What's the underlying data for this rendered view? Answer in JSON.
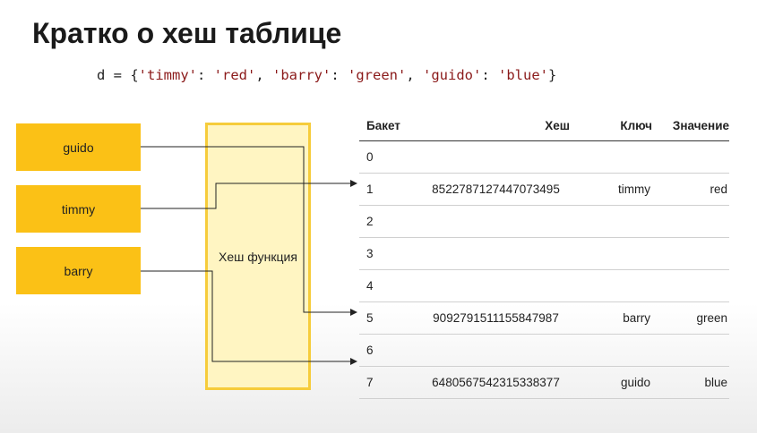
{
  "slide": {
    "title": "Кратко о хеш таблице",
    "code": {
      "prefix": "d = {",
      "items": [
        {
          "key": "'timmy'",
          "value": "'red'"
        },
        {
          "key": "'barry'",
          "value": "'green'"
        },
        {
          "key": "'guido'",
          "value": "'blue'"
        }
      ],
      "suffix": "}"
    }
  },
  "keys": [
    "guido",
    "timmy",
    "barry"
  ],
  "hash_function": {
    "label": "Хеш функция"
  },
  "table": {
    "headers": {
      "bucket": "Бакет",
      "hash": "Хеш",
      "key": "Ключ",
      "value": "Значение"
    },
    "rows": [
      {
        "bucket": "0",
        "hash": "",
        "key": "",
        "value": ""
      },
      {
        "bucket": "1",
        "hash": "8522787127447073495",
        "key": "timmy",
        "value": "red"
      },
      {
        "bucket": "2",
        "hash": "",
        "key": "",
        "value": ""
      },
      {
        "bucket": "3",
        "hash": "",
        "key": "",
        "value": ""
      },
      {
        "bucket": "4",
        "hash": "",
        "key": "",
        "value": ""
      },
      {
        "bucket": "5",
        "hash": "9092791511155847987",
        "key": "barry",
        "value": "green"
      },
      {
        "bucket": "6",
        "hash": "",
        "key": "",
        "value": ""
      },
      {
        "bucket": "7",
        "hash": "6480567542315338377",
        "key": "guido",
        "value": "blue"
      }
    ]
  },
  "colors": {
    "key_box": "#fbc116",
    "hash_fn_fill": "#fff5c2",
    "hash_fn_border": "#f6cc3b",
    "string_literal": "#8b1a1a"
  }
}
